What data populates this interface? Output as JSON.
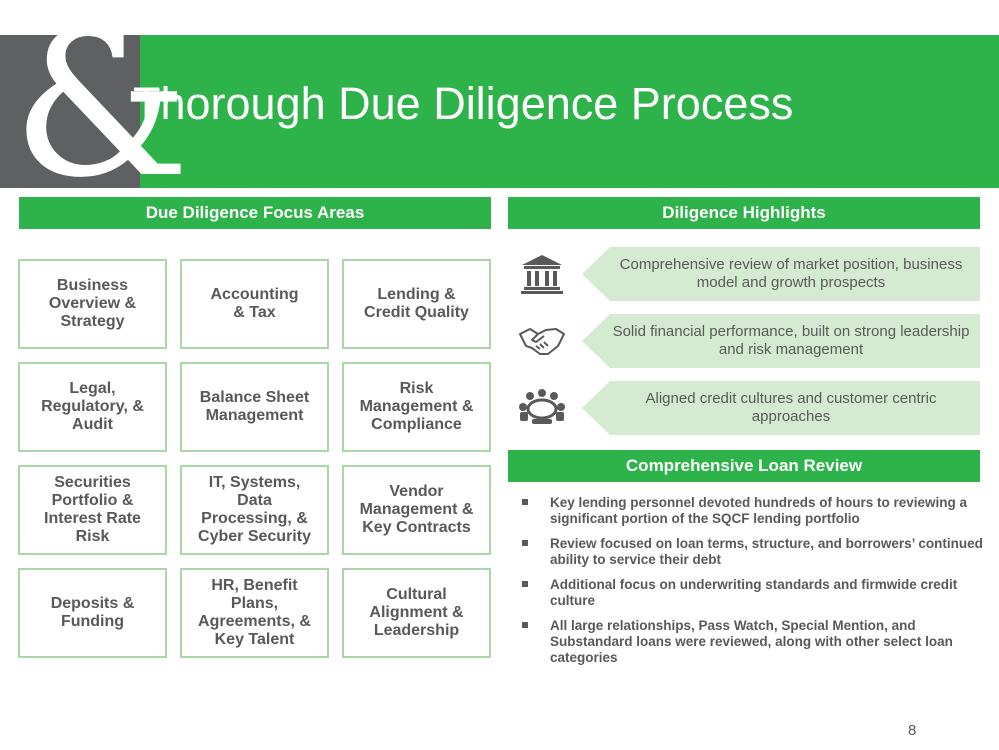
{
  "header": {
    "logo_glyph": "&",
    "title": "Thorough Due Diligence Process"
  },
  "focus": {
    "heading": "Due Diligence Focus Areas",
    "items": [
      "Business\nOverview &\nStrategy",
      "Accounting\n& Tax",
      "Lending &\nCredit Quality",
      "Legal,\nRegulatory, &\nAudit",
      "Balance Sheet\nManagement",
      "Risk\nManagement &\nCompliance",
      "Securities\nPortfolio &\nInterest Rate\nRisk",
      "IT, Systems,\nData\nProcessing, &\nCyber Security",
      "Vendor\nManagement &\nKey Contracts",
      "Deposits &\nFunding",
      "HR, Benefit\nPlans,\nAgreements, &\nKey Talent",
      "Cultural\nAlignment &\nLeadership"
    ]
  },
  "highlights": {
    "heading": "Diligence Highlights",
    "items": [
      {
        "icon": "bank-icon",
        "text": "Comprehensive review of market position, business model and growth prospects"
      },
      {
        "icon": "handshake-icon",
        "text": "Solid financial performance, built on strong leadership and risk management"
      },
      {
        "icon": "meeting-table-icon",
        "text": "Aligned credit cultures and customer centric approaches"
      }
    ]
  },
  "loan_review": {
    "heading": "Comprehensive Loan Review",
    "bullets": [
      "Key lending personnel devoted hundreds of hours to reviewing a significant portion of the SQCF lending portfolio",
      "Review focused on loan terms, structure, and borrowers’ continued ability to service their debt",
      "Additional focus on underwriting standards and firmwide credit culture",
      "All large relationships, Pass Watch, Special Mention, and Substandard loans were reviewed, along with other select loan categories"
    ]
  },
  "page_number": "8",
  "colors": {
    "brand_green": "#2db34a",
    "light_green": "#d5ebd1",
    "box_border": "#a9d8a6",
    "gray": "#5f6062"
  }
}
